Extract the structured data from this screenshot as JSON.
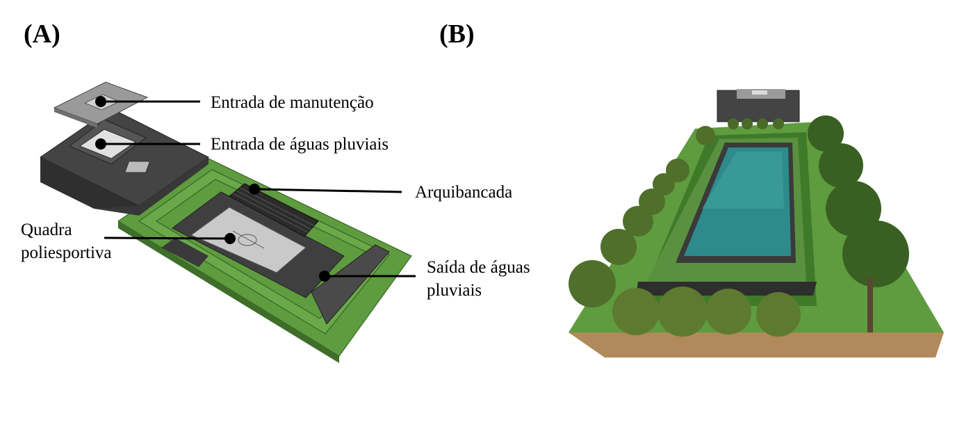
{
  "panels": {
    "a": {
      "label": "(A)"
    },
    "b": {
      "label": "(B)"
    }
  },
  "callouts": {
    "manutencao": "Entrada de manutenção",
    "aguas_pluviais": "Entrada de águas pluviais",
    "arquibancada": "Arquibancada",
    "quadra_l1": "Quadra",
    "quadra_l2": "poliesportiva",
    "saida_l1": "Saída de águas",
    "saida_l2": "pluviais"
  },
  "colors": {
    "grass": "#5f9b3f",
    "grass_dark": "#3f7a2a",
    "concrete": "#3f3f3f",
    "concrete_light": "#9a9a9a",
    "court": "#c9c9c9",
    "water": "#2e8b8b",
    "soil": "#b08a5a",
    "tree": "#3a5f22"
  }
}
